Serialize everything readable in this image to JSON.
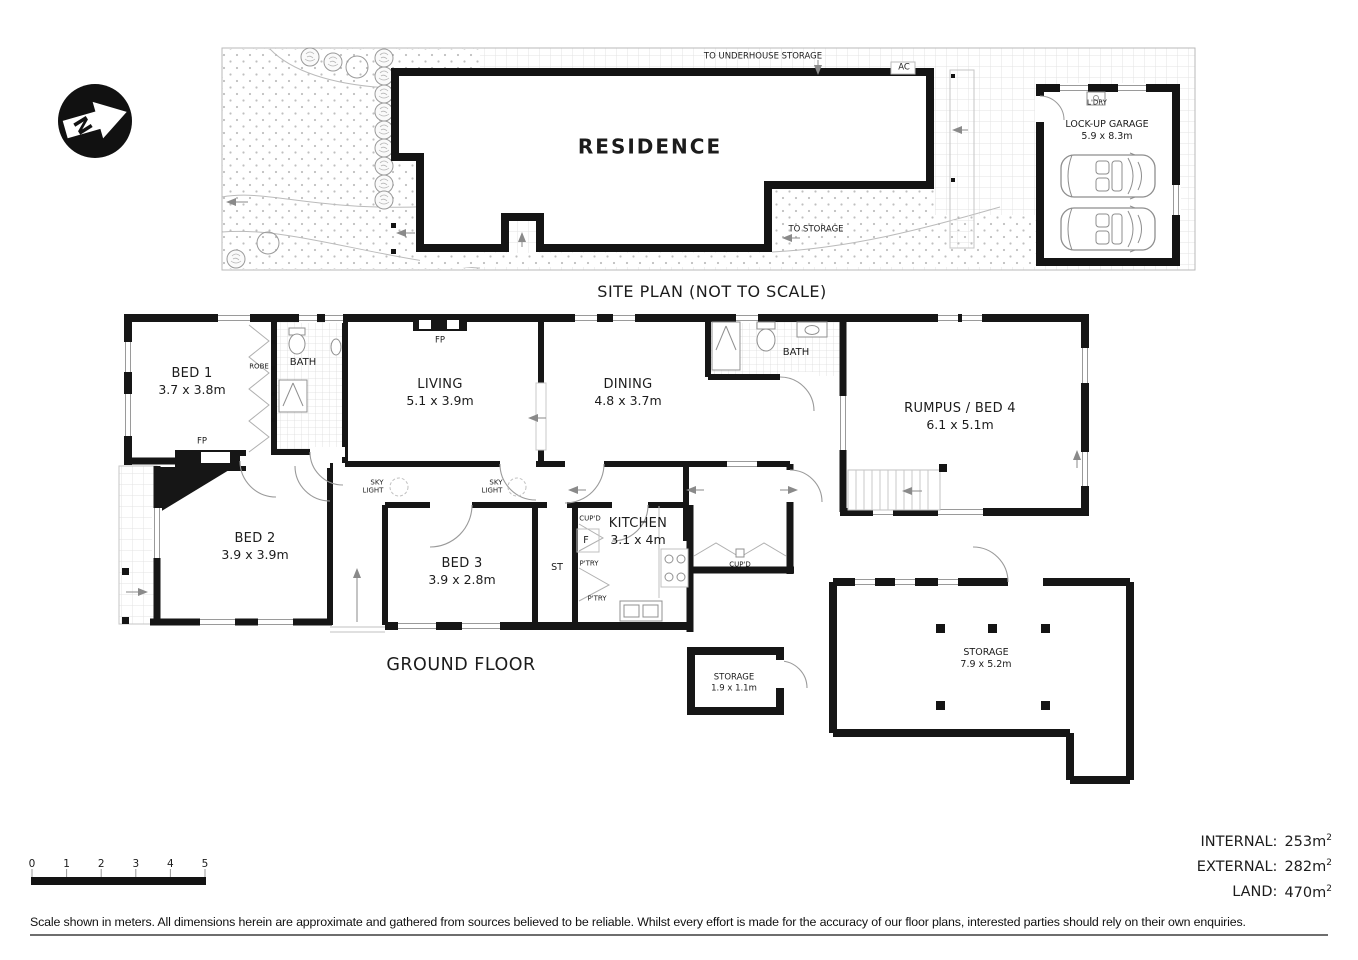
{
  "north": {
    "label": "N"
  },
  "site_plan": {
    "title": "SITE PLAN (NOT TO SCALE)",
    "residence": "RESIDENCE",
    "to_underhouse_storage": "TO UNDERHOUSE STORAGE",
    "ac": "AC",
    "to_storage": "TO STORAGE",
    "garage": {
      "name": "LOCK-UP GARAGE",
      "dims": "5.9 x 8.3m",
      "laundry": "L'DRY"
    }
  },
  "ground_floor": {
    "title": "GROUND FLOOR",
    "rooms": [
      {
        "name": "BED 1",
        "dims": "3.7 x 3.8m"
      },
      {
        "name": "LIVING",
        "dims": "5.1 x 3.9m"
      },
      {
        "name": "DINING",
        "dims": "4.8 x 3.7m"
      },
      {
        "name": "RUMPUS / BED 4",
        "dims": "6.1 x 5.1m"
      },
      {
        "name": "BED 2",
        "dims": "3.9 x 3.9m"
      },
      {
        "name": "BED 3",
        "dims": "3.9 x 2.8m"
      },
      {
        "name": "KITCHEN",
        "dims": "3.1 x 4m"
      }
    ],
    "labels": {
      "fp": "FP",
      "robe": "ROBE",
      "bath": "BATH",
      "sky": "SKY",
      "light": "LIGHT",
      "cupd": "CUP'D",
      "fridge": "F",
      "pantry": "P'TRY",
      "st": "ST"
    }
  },
  "storage": [
    {
      "name": "STORAGE",
      "dims": "1.9 x 1.1m"
    },
    {
      "name": "STORAGE",
      "dims": "7.9 x 5.2m"
    }
  ],
  "scale_bar": {
    "ticks": [
      "0",
      "1",
      "2",
      "3",
      "4",
      "5"
    ]
  },
  "areas": [
    {
      "label": "INTERNAL:",
      "value": "253m",
      "sup": "2"
    },
    {
      "label": "EXTERNAL:",
      "value": "282m",
      "sup": "2"
    },
    {
      "label": "LAND:",
      "value": "470m",
      "sup": "2"
    }
  ],
  "disclaimer": "Scale shown in meters. All dimensions herein are approximate and gathered from sources believed to be reliable. Whilst every effort is made for the accuracy of our floor plans, interested parties should rely on their own enquiries."
}
